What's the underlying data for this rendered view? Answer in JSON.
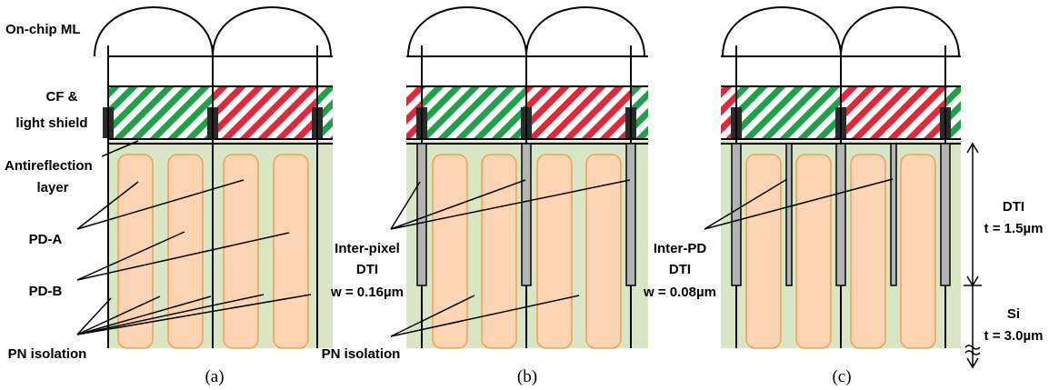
{
  "colors": {
    "silicon": "#d9e6c6",
    "photodiode_fill": "#fbd5b3",
    "photodiode_stroke": "#f0a050",
    "filter_green": "#1fa04a",
    "filter_red": "#e0283a",
    "light_shield": "#2a2a2a",
    "dti_fill": "#b4b4b4",
    "line": "#000000"
  },
  "labels": {
    "on_chip_ml": "On-chip ML",
    "cf_line1": "CF &",
    "cf_line2": "light shield",
    "antireflection_line1": "Antireflection",
    "antireflection_line2": "layer",
    "pd_a": "PD-A",
    "pd_b": "PD-B",
    "pn_isolation_a": "PN isolation",
    "inter_pixel_line1": "Inter-pixel",
    "inter_pixel_line2": "DTI",
    "inter_pixel_line3": "w = 0.16µm",
    "pn_isolation_b": "PN isolation",
    "inter_pd_line1": "Inter-PD",
    "inter_pd_line2": "DTI",
    "inter_pd_line3": "w = 0.08µm",
    "dti_line1": "DTI",
    "dti_line2": "t = 1.5µm",
    "si_line1": "Si",
    "si_line2": "t = 3.0µm"
  },
  "captions": {
    "a": "(a)",
    "b": "(b)",
    "c": "(c)"
  },
  "panels": [
    "a",
    "b",
    "c"
  ]
}
